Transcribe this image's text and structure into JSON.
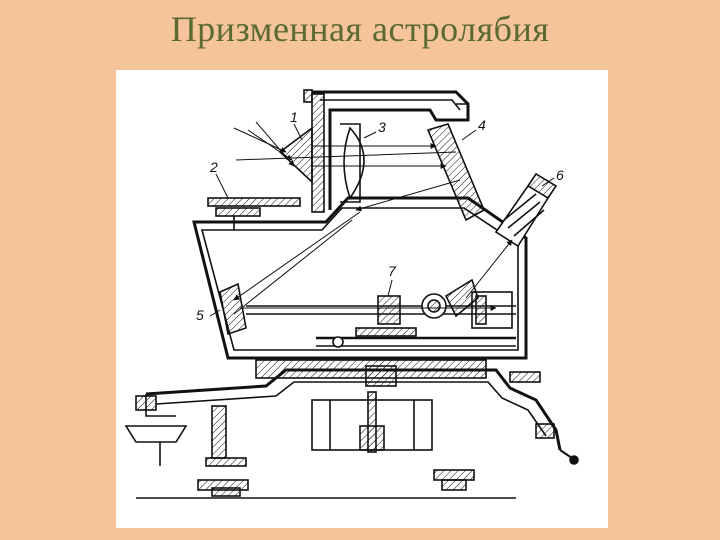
{
  "slide": {
    "title": "Призменная астролябия"
  },
  "diagram": {
    "part_labels": [
      "1",
      "2",
      "3",
      "4",
      "5",
      "6",
      "7"
    ]
  },
  "colors": {
    "background": "#f5c49a",
    "title_text": "#5b6a2e",
    "panel": "#ffffff",
    "ink": "#111111"
  }
}
